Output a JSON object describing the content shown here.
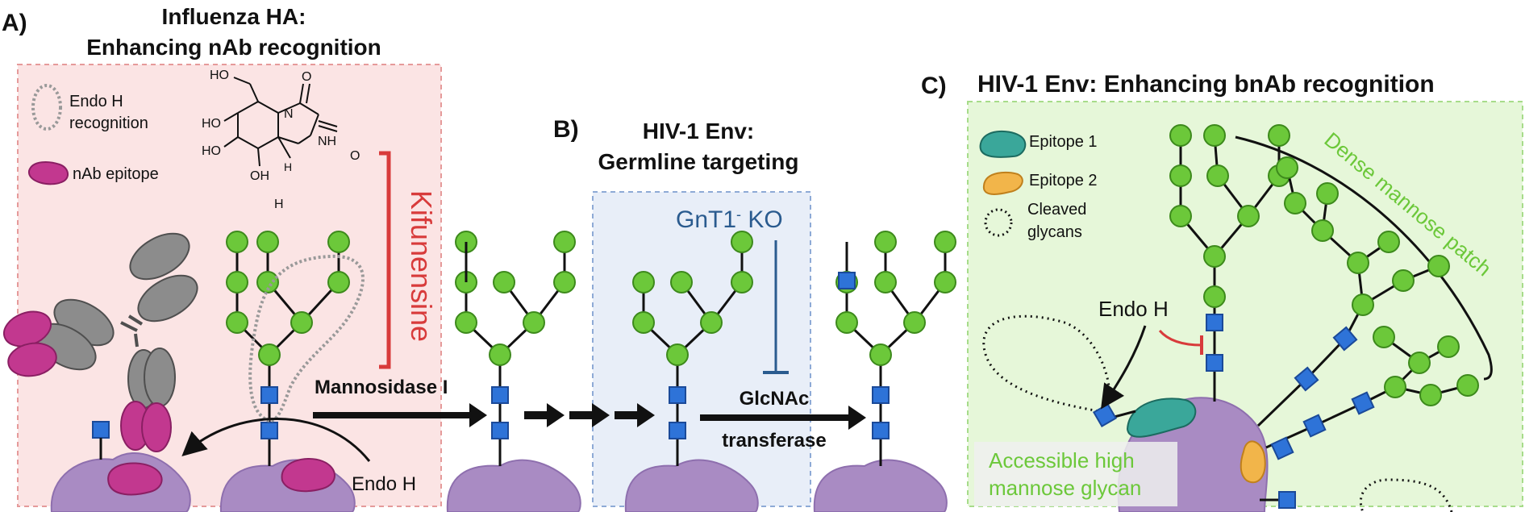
{
  "panel_a": {
    "letter": "A)",
    "title_line1": "Influenza HA:",
    "title_line2": "Enhancing nAb recognition",
    "legend_endo_h_line1": "Endo H",
    "legend_endo_h_line2": "recognition",
    "legend_nab_epitope": "nAb epitope",
    "molecule_atoms": [
      "HO",
      "HO",
      "HO",
      "OH",
      "N",
      "O",
      "O",
      "NH",
      "H",
      "H"
    ],
    "inhibitor": "Kifunensine",
    "enzyme": "Mannosidase I",
    "cleaver": "Endo H"
  },
  "panel_b": {
    "letter": "B)",
    "title_line1": "HIV-1 Env:",
    "title_line2": "Germline targeting",
    "knockout_main": "GnT1",
    "knockout_sup": "-",
    "knockout_suffix": " KO",
    "enzyme_line1": "GlcNAc",
    "enzyme_line2": "transferase"
  },
  "panel_c": {
    "letter": "C)",
    "title": "HIV-1 Env: Enhancing bnAb recognition",
    "legend_epitope1": "Epitope 1",
    "legend_epitope2": "Epitope 2",
    "legend_cleaved_line1": "Cleaved",
    "legend_cleaved_line2": "glycans",
    "patch_label": "Dense mannose patch",
    "endo_h": "Endo H",
    "accessible_line1": "Accessible high",
    "accessible_line2": "mannose glycan"
  },
  "colors": {
    "mannose": "#6cc83a",
    "glcnac": "#2e73d8",
    "protein": "#a98bc3",
    "antibody": "#8c8c8c",
    "nab_epitope": "#c2388f",
    "epitope1": "#3aa79a",
    "epitope2": "#f2b54a",
    "kifunensine": "#d83b3b",
    "gnt1": "#2a5b8f",
    "panel_a_bg": "#fbe4e4",
    "panel_b_bg": "#e8eef8",
    "panel_c_bg": "#e6f7d9"
  }
}
